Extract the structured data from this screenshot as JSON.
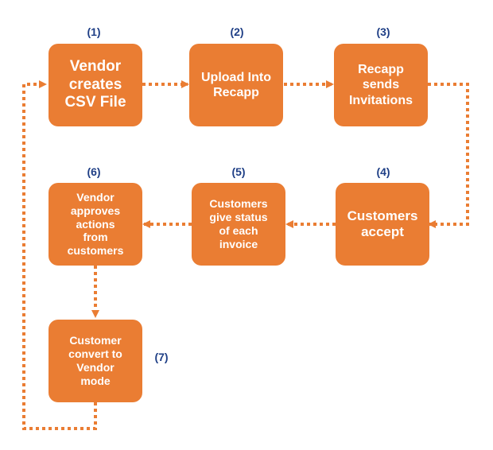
{
  "colors": {
    "box_fill": "#ea7d33",
    "arrow": "#ea7d33",
    "step_number": "#1f3f86",
    "text": "#ffffff"
  },
  "steps": [
    {
      "number": "(1)",
      "label": "Vendor\ncreates\nCSV File"
    },
    {
      "number": "(2)",
      "label": "Upload Into\nRecapp"
    },
    {
      "number": "(3)",
      "label": "Recapp\nsends\nInvitations"
    },
    {
      "number": "(4)",
      "label": "Customers\naccept"
    },
    {
      "number": "(5)",
      "label": "Customers\ngive status\nof each\ninvoice"
    },
    {
      "number": "(6)",
      "label": "Vendor\napproves\nactions\nfrom\ncustomers"
    },
    {
      "number": "(7)",
      "label": "Customer\nconvert to\nVendor\nmode"
    }
  ]
}
